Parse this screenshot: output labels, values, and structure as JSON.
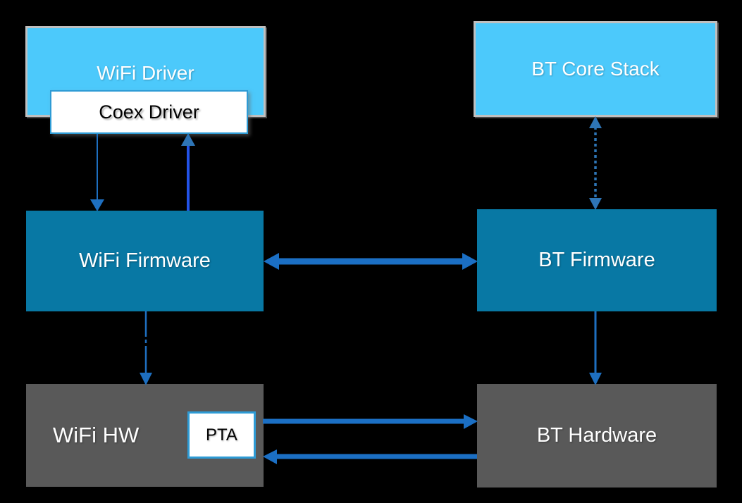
{
  "diagram": {
    "colors": {
      "background": "#000000",
      "light_blue": "#4CC9FB",
      "teal": "#0878A4",
      "box_gray": "#595959",
      "frame_gray": "#BFBFBF",
      "accent_blue_border": "#2E9BD5",
      "arrow_blue": "#1E6FC0",
      "arrow_thick_blue": "#1B6FC4",
      "arrow_bright_blue": "#2353E8",
      "arrow_dotted_blue": "#2E75B6",
      "text_light": "#FFFFFF",
      "text_dark": "#000000"
    },
    "nodes": {
      "wifi_driver": {
        "label": "WiFi Driver"
      },
      "coex_driver": {
        "label": "Coex Driver"
      },
      "bt_core_stack": {
        "label": "BT Core Stack"
      },
      "wifi_firmware": {
        "label": "WiFi Firmware"
      },
      "bt_firmware": {
        "label": "BT Firmware"
      },
      "wifi_hw": {
        "label": "WiFi HW"
      },
      "pta": {
        "label": "PTA"
      },
      "bt_hardware": {
        "label": "BT Hardware"
      }
    },
    "connectors": [
      {
        "from": "Coex Driver",
        "to": "WiFi Firmware",
        "style": "solid",
        "direction": "down"
      },
      {
        "from": "WiFi Firmware",
        "to": "Coex Driver",
        "style": "solid",
        "direction": "up"
      },
      {
        "from": "BT Core Stack",
        "to": "BT Firmware",
        "style": "dotted",
        "direction": "both"
      },
      {
        "from": "WiFi Firmware",
        "to": "BT Firmware",
        "style": "thick",
        "direction": "both"
      },
      {
        "from": "WiFi Firmware",
        "to": "WiFi HW",
        "style": "dashed",
        "direction": "down"
      },
      {
        "from": "BT Firmware",
        "to": "BT Hardware",
        "style": "solid",
        "direction": "down"
      },
      {
        "from": "WiFi HW",
        "to": "BT Hardware",
        "style": "thick",
        "direction": "right"
      },
      {
        "from": "BT Hardware",
        "to": "WiFi HW",
        "style": "thick",
        "direction": "left"
      }
    ]
  }
}
